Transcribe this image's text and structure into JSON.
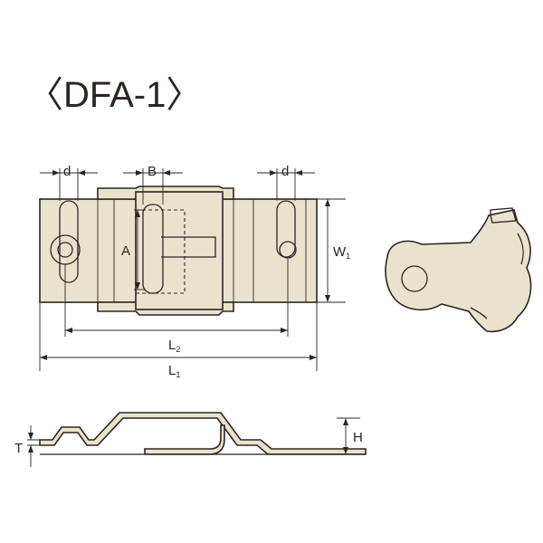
{
  "title": "〈DFA-1〉",
  "labels": {
    "d_left": "d",
    "b": "B",
    "d_right": "d",
    "a": "A",
    "w1": "W",
    "w1_sub": "1",
    "l2": "L",
    "l2_sub": "2",
    "l1": "L",
    "l1_sub": "1",
    "h": "H",
    "t": "T"
  },
  "colors": {
    "part_fill": "#e9e3cd",
    "line": "#2b2523",
    "background": "#ffffff"
  }
}
